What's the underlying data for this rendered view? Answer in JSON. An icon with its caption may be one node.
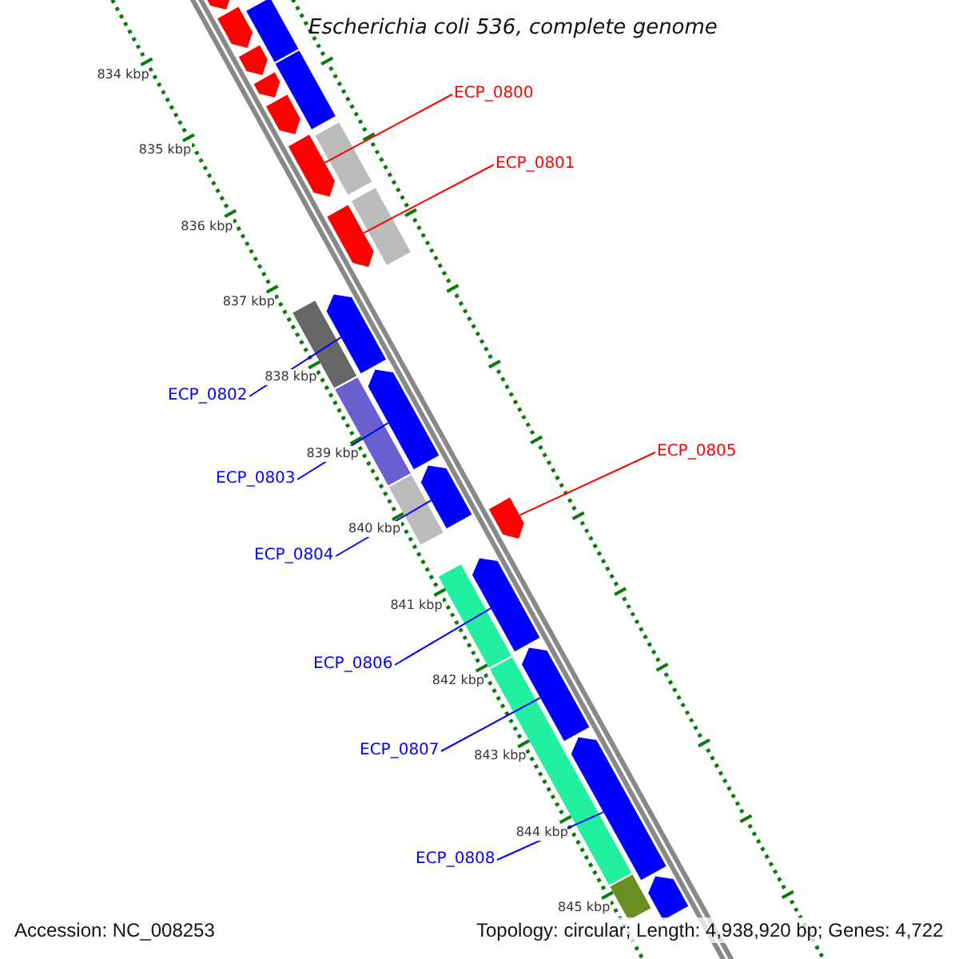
{
  "diagram": {
    "title": "Escherichia coli 536, complete genome",
    "nodes": [
      {
        "text": [
          "ECP_0800"
        ]
      },
      {
        "text": [
          "ECP_0801"
        ]
      },
      {
        "text": [
          "ECP_0802"
        ]
      },
      {
        "text": [
          "ECP_0805"
        ]
      },
      {
        "text": [
          "ECP_0803"
        ]
      },
      {
        "text": [
          "ECP_0804"
        ]
      },
      {
        "text": [
          "ECP_0806"
        ]
      },
      {
        "text": [
          "ECP_0807"
        ]
      },
      {
        "text": [
          "ECP_0808"
        ]
      },
      {
        "text": [],
        "shape": "bar"
      },
      {
        "text": [],
        "shape": "arrow"
      },
      {
        "text": [],
        "shape": "arrow"
      },
      {
        "text": [],
        "shape": "arrow"
      },
      {
        "text": [],
        "shape": "bar"
      },
      {
        "text": [],
        "shape": "arrow"
      },
      {
        "text": [],
        "shape": "arrow"
      },
      {
        "text": [],
        "shape": "arrow"
      },
      {
        "text": [],
        "shape": "bar"
      },
      {
        "text": [],
        "shape": "bar"
      },
      {
        "text": [],
        "shape": "arrow"
      },
      {
        "text": [],
        "shape": "bar"
      },
      {
        "text": [],
        "shape": "arrow"
      },
      {
        "text": [],
        "shape": "bar"
      },
      {
        "text": [],
        "shape": "arrow"
      },
      {
        "text": [],
        "shape": "bar"
      },
      {
        "text": [],
        "shape": "arrow"
      },
      {
        "text": [],
        "shape": "arrow"
      },
      {
        "text": [],
        "shape": "bar"
      },
      {
        "text": [],
        "shape": "arrow"
      },
      {
        "text": [],
        "shape": "bar"
      },
      {
        "text": [],
        "shape": "arrow"
      },
      {
        "text": [],
        "shape": "arrow"
      },
      {
        "text": [],
        "shape": "bar"
      },
      {
        "text": [],
        "shape": "arrow"
      }
    ],
    "edges": [
      {
        "from": 0,
        "to": 16,
        "arrow": "none",
        "color": "#ff0000"
      },
      {
        "from": 1,
        "to": 19,
        "arrow": "none",
        "color": "#ff0000"
      },
      {
        "from": 2,
        "to": 21,
        "arrow": "none"
      },
      {
        "from": 3,
        "to": 26,
        "arrow": "none",
        "color": "#ff0000"
      },
      {
        "from": 4,
        "to": 23,
        "arrow": "none"
      },
      {
        "from": 5,
        "to": 25,
        "arrow": "none"
      },
      {
        "from": 6,
        "to": 28,
        "arrow": "none"
      },
      {
        "from": 7,
        "to": 30,
        "arrow": "none"
      },
      {
        "from": 8,
        "to": 31,
        "arrow": "none"
      }
    ],
    "labels": [
      "834 kbp",
      "835 kbp",
      "836 kbp",
      "837 kbp",
      "838 kbp",
      "839 kbp",
      "840 kbp",
      "841 kbp",
      "842 kbp",
      "843 kbp",
      "844 kbp",
      "845 kbp",
      "Accession: NC_008253",
      "Topology: circular; Length: 4,938,920 bp; Genes: 4,722"
    ]
  }
}
